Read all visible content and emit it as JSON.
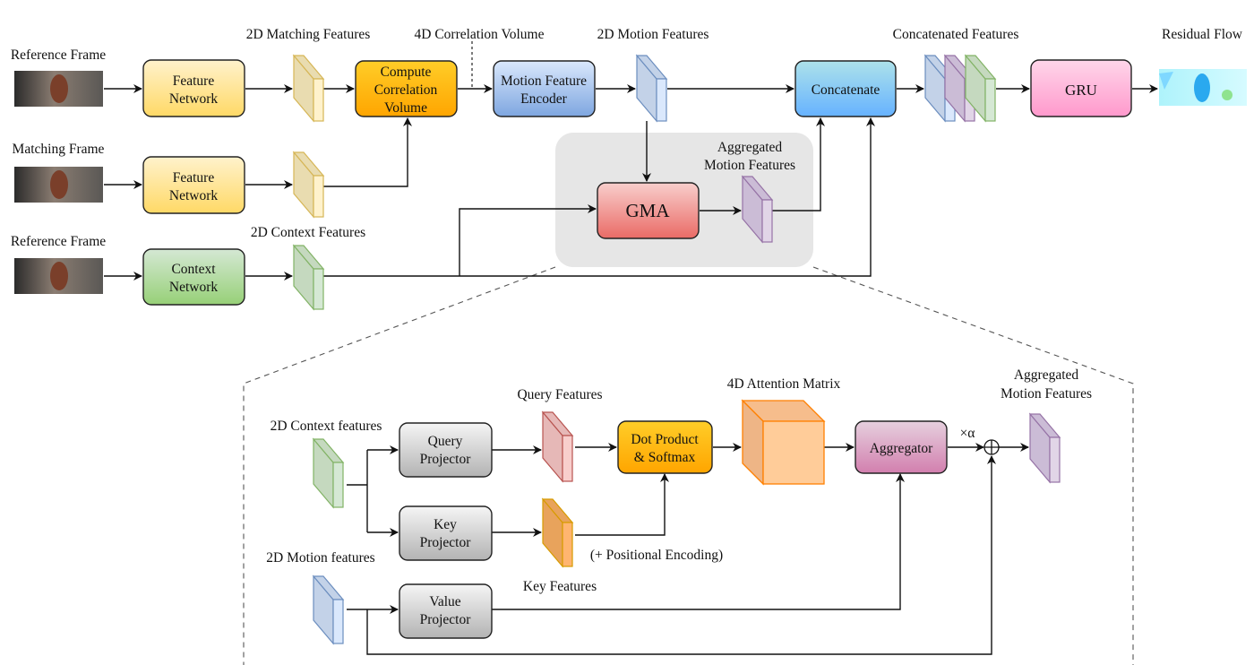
{
  "inputs": {
    "reference_frame_top": "Reference Frame",
    "matching_frame": "Matching Frame",
    "reference_frame_bottom": "Reference Frame",
    "residual_flow": "Residual Flow"
  },
  "feature_labels": {
    "matching_features": "2D Matching Features",
    "correlation_volume": "4D Correlation Volume",
    "motion_features": "2D Motion Features",
    "concatenated_features": "Concatenated Features",
    "context_features": "2D Context Features",
    "aggregated_motion_features": [
      "Aggregated",
      "Motion Features"
    ]
  },
  "boxes": {
    "feature_network_1": [
      "Feature",
      "Network"
    ],
    "feature_network_2": [
      "Feature",
      "Network"
    ],
    "context_network": [
      "Context",
      "Network"
    ],
    "compute_correlation": [
      "Compute",
      "Correlation",
      "Volume"
    ],
    "motion_encoder": [
      "Motion Feature",
      "Encoder"
    ],
    "concatenate": "Concatenate",
    "gru": "GRU",
    "gma": "GMA"
  },
  "gma_detail": {
    "context_features": "2D Context features",
    "motion_features": "2D Motion features",
    "query_projector": [
      "Query",
      "Projector"
    ],
    "key_projector": [
      "Key",
      "Projector"
    ],
    "value_projector": [
      "Value",
      "Projector"
    ],
    "query_features": "Query Features",
    "key_features": "Key Features",
    "positional_encoding": "(+ Positional Encoding)",
    "dot_product": [
      "Dot Product",
      "& Softmax"
    ],
    "attention_matrix": "4D Attention Matrix",
    "aggregator": "Aggregator",
    "alpha": "×α",
    "aggregated_motion_features": [
      "Aggregated",
      "Motion Features"
    ]
  }
}
